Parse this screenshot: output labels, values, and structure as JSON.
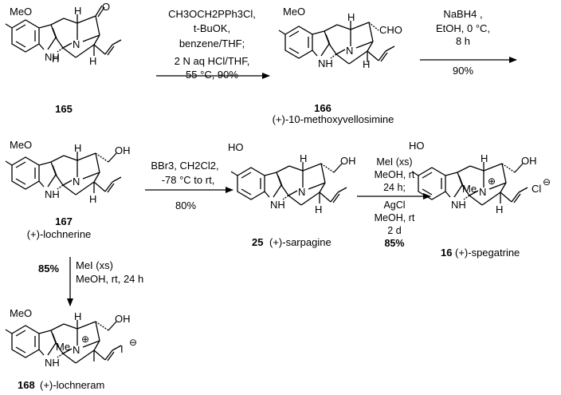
{
  "compounds": {
    "c165": {
      "number": "165",
      "name": ""
    },
    "c166": {
      "number": "166",
      "name": "(+)-10-methoxyvellosimine",
      "substituent": "CHO"
    },
    "c167": {
      "number": "167",
      "name": "(+)-lochnerine",
      "substituent": "OH"
    },
    "c25": {
      "number": "25",
      "name": "(+)-sarpagine",
      "substituent": "OH"
    },
    "c16": {
      "number": "16",
      "name": "(+)-spegatrine",
      "substituent": "OH",
      "counterion": "Cl"
    },
    "c168": {
      "number": "168",
      "name": "(+)-lochneram",
      "substituent": "OH",
      "counterion": "I"
    }
  },
  "atom_labels": {
    "ome": "MeO",
    "ho": "HO",
    "nh": "NH",
    "n": "N",
    "h": "H",
    "me": "Me",
    "o": "O",
    "plus": "⊕",
    "minus": "⊖"
  },
  "steps": {
    "step1": {
      "lines": [
        "CH3OCH2PPh3Cl,",
        "t-BuOK,",
        "benzene/THF;",
        "2 N aq HCl/THF,",
        "55 °C, 90%"
      ]
    },
    "step2": {
      "lines": [
        "NaBH4 ,",
        "EtOH, 0 °C,",
        "8 h",
        "90%"
      ]
    },
    "step3": {
      "lines": [
        "BBr3, CH2Cl2,",
        "-78 °C to rt,",
        "80%"
      ]
    },
    "step4": {
      "lines": [
        "MeI (xs)",
        "MeOH, rt",
        "24 h;",
        "AgCl",
        "MeOH, rt",
        "2 d",
        "85%"
      ]
    },
    "step5": {
      "yield": "85%",
      "conditions": [
        "MeI (xs)",
        "MeOH, rt, 24 h"
      ]
    }
  },
  "colors": {
    "ink": "#000000",
    "background": "#ffffff"
  }
}
